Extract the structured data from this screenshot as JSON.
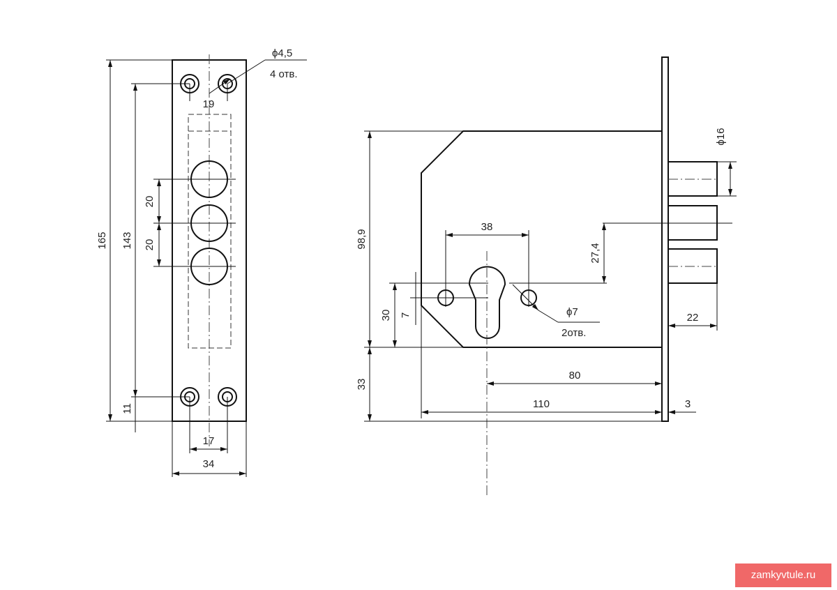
{
  "front_view": {
    "width_34": "34",
    "hole_spacing_17": "17",
    "hole_spacing_19": "19",
    "height_165": "165",
    "holes_143": "143",
    "bottom_11": "11",
    "pitch_20_upper": "20",
    "pitch_20_lower": "20",
    "hole_diameter": "ϕ4,5",
    "hole_count": "4 отв."
  },
  "side_view": {
    "dim_38": "38",
    "dim_98_9": "98,9",
    "dim_27_4": "27,4",
    "dim_16": "ϕ16",
    "dim_22": "22",
    "dim_30": "30",
    "dim_7": "7",
    "hole_diameter": "ϕ7",
    "hole_count": "2отв.",
    "dim_33": "33",
    "dim_80": "80",
    "dim_110": "110",
    "dim_3": "3"
  },
  "watermark": "zamkyvtule.ru"
}
